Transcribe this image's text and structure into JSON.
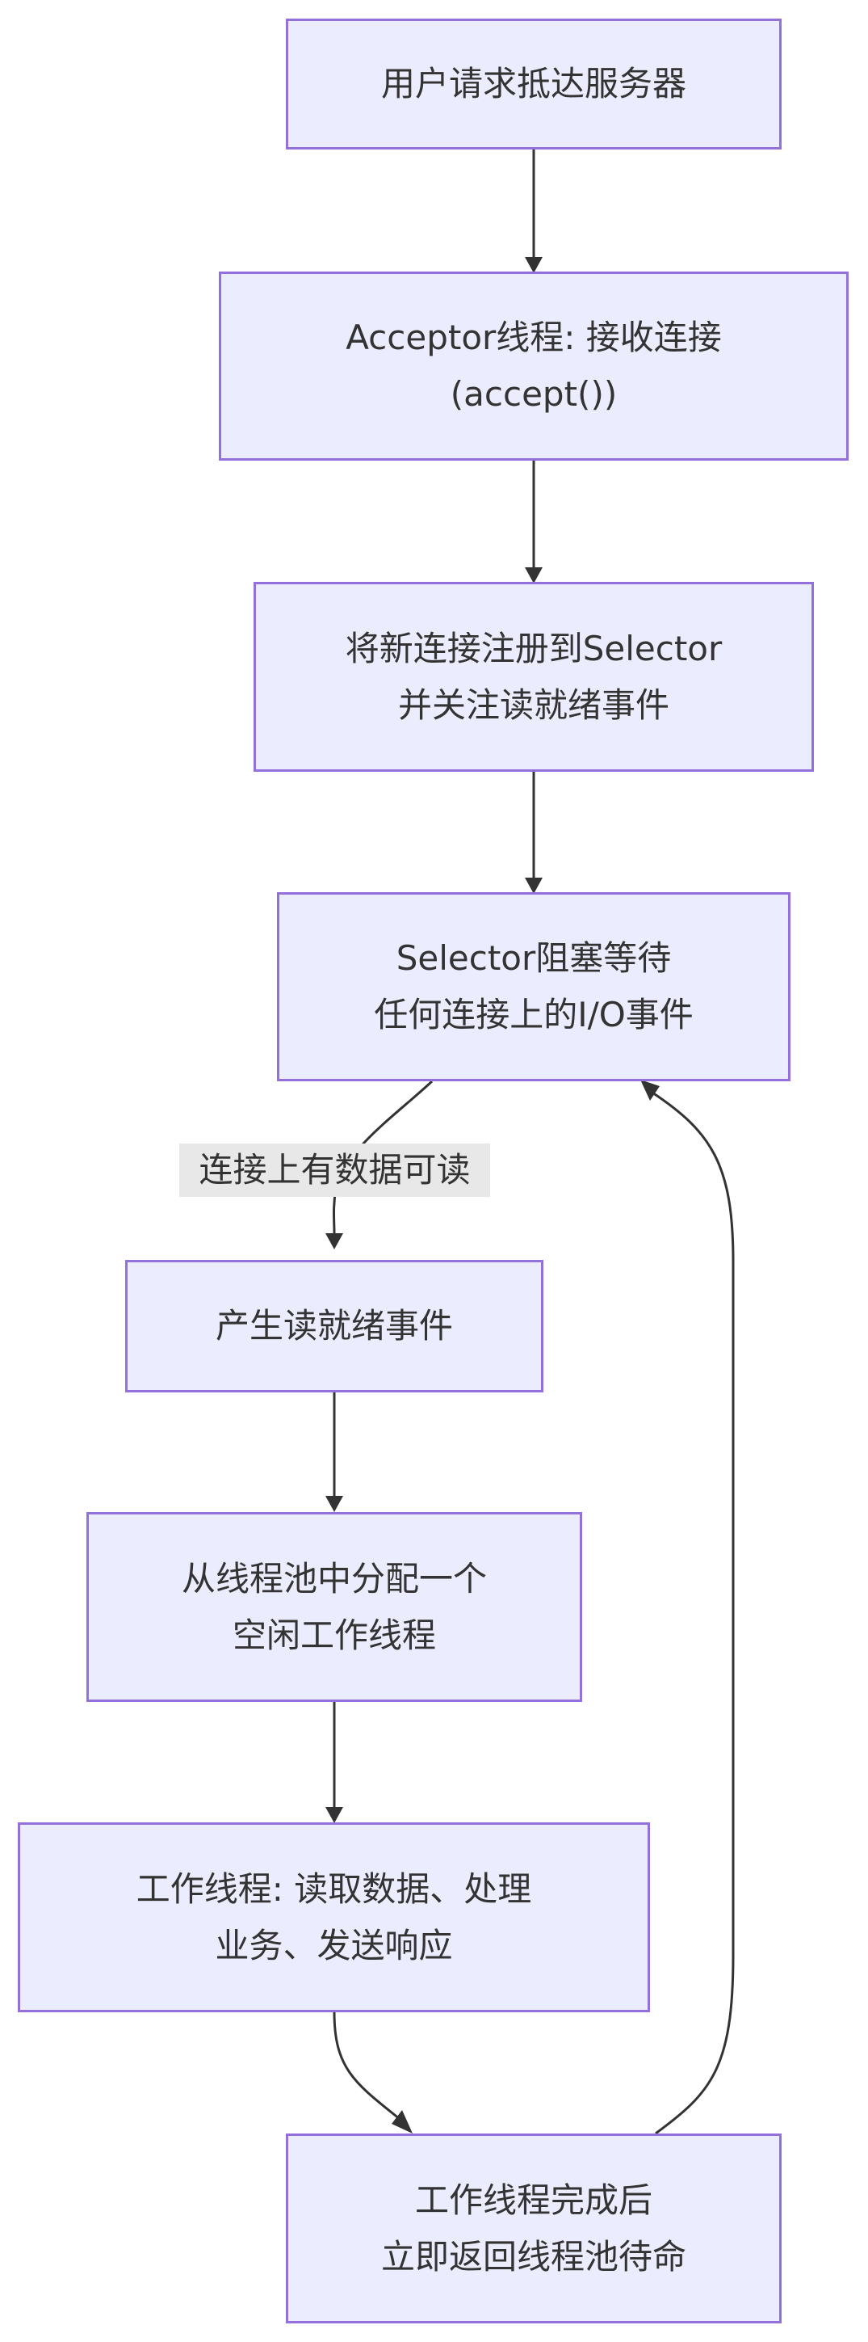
{
  "nodes": {
    "n1": {
      "lines": [
        "用户请求抵达服务器"
      ]
    },
    "n2": {
      "lines": [
        "Acceptor线程: 接收连接",
        "(accept())"
      ]
    },
    "n3": {
      "lines": [
        "将新连接注册到Selector",
        "并关注读就绪事件"
      ]
    },
    "n4": {
      "lines": [
        "Selector阻塞等待",
        "任何连接上的I/O事件"
      ]
    },
    "n5": {
      "lines": [
        "产生读就绪事件"
      ]
    },
    "n6": {
      "lines": [
        "从线程池中分配一个",
        "空闲工作线程"
      ]
    },
    "n7": {
      "lines": [
        "工作线程: 读取数据、处理",
        "业务、发送响应"
      ]
    },
    "n8": {
      "lines": [
        "工作线程完成后",
        "立即返回线程池待命"
      ]
    }
  },
  "edge_labels": {
    "n4_to_n5": "连接上有数据可读"
  },
  "colors": {
    "node_fill": "#ECECFF",
    "node_border": "#9370DB",
    "edge": "#333333",
    "label_bg": "#e8e8e8",
    "text": "#333333"
  }
}
